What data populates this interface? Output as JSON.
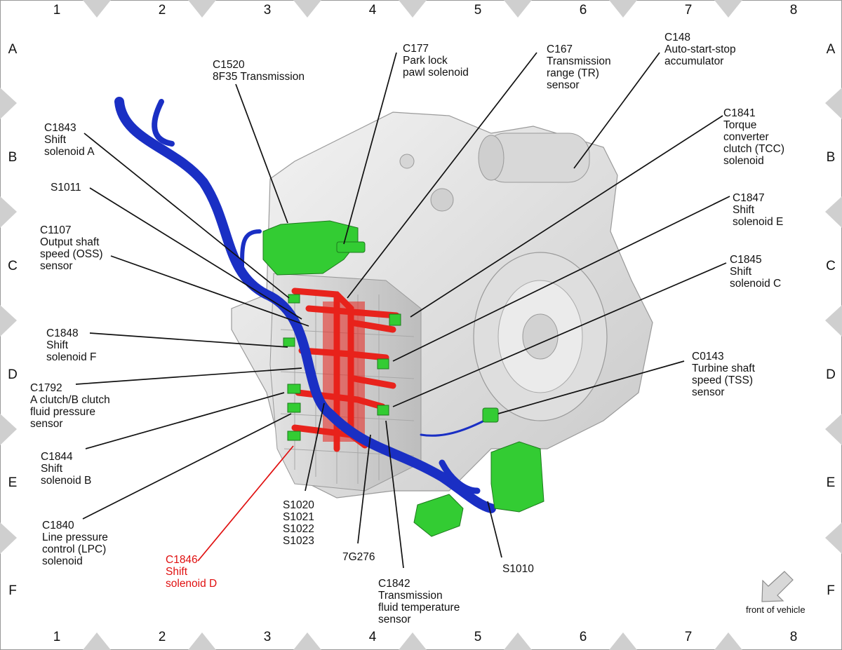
{
  "grid": {
    "columns": [
      "1",
      "2",
      "3",
      "4",
      "5",
      "6",
      "7",
      "8"
    ],
    "rows": [
      "A",
      "B",
      "C",
      "D",
      "E",
      "F"
    ]
  },
  "callouts": [
    {
      "id": "C1520",
      "lines": [
        "C1520",
        "8F35 Transmission"
      ]
    },
    {
      "id": "C177",
      "lines": [
        "C177",
        "Park lock",
        "pawl solenoid"
      ]
    },
    {
      "id": "C167",
      "lines": [
        "C167",
        "Transmission",
        "range (TR)",
        "sensor"
      ]
    },
    {
      "id": "C148",
      "lines": [
        "C148",
        "Auto-start-stop",
        "accumulator"
      ]
    },
    {
      "id": "C1843",
      "lines": [
        "C1843",
        "Shift",
        "solenoid A"
      ]
    },
    {
      "id": "C1841",
      "lines": [
        "C1841",
        "Torque",
        "converter",
        "clutch (TCC)",
        "solenoid"
      ]
    },
    {
      "id": "S1011",
      "lines": [
        "S1011"
      ]
    },
    {
      "id": "C1847",
      "lines": [
        "C1847",
        "Shift",
        "solenoid E"
      ]
    },
    {
      "id": "C1107",
      "lines": [
        "C1107",
        "Output shaft",
        "speed (OSS)",
        "sensor"
      ]
    },
    {
      "id": "C1845",
      "lines": [
        "C1845",
        "Shift",
        "solenoid C"
      ]
    },
    {
      "id": "C1848",
      "lines": [
        "C1848",
        "Shift",
        "solenoid F"
      ]
    },
    {
      "id": "C1792",
      "lines": [
        "C1792",
        "A clutch/B clutch",
        "fluid pressure",
        "sensor"
      ]
    },
    {
      "id": "C0143",
      "lines": [
        "C0143",
        "Turbine shaft",
        "speed (TSS)",
        "sensor"
      ]
    },
    {
      "id": "C1844",
      "lines": [
        "C1844",
        "Shift",
        "solenoid B"
      ]
    },
    {
      "id": "C1840",
      "lines": [
        "C1840",
        "Line pressure",
        "control (LPC)",
        "solenoid"
      ]
    },
    {
      "id": "S1020",
      "lines": [
        "S1020",
        "S1021",
        "S1022",
        "S1023"
      ]
    },
    {
      "id": "7G276",
      "lines": [
        "7G276"
      ]
    },
    {
      "id": "S1010",
      "lines": [
        "S1010"
      ]
    },
    {
      "id": "C1846",
      "lines": [
        "C1846",
        "Shift",
        "solenoid D"
      ],
      "highlight": true,
      "color": "#e01010"
    },
    {
      "id": "C1842",
      "lines": [
        "C1842",
        "Transmission",
        "fluid temperature",
        "sensor"
      ]
    }
  ],
  "orientation": {
    "caption": "front of vehicle",
    "icon": "arrow-down-left-icon"
  },
  "colors": {
    "harness": "#1a2fc4",
    "connector": "#33cc33",
    "valve_body_harness": "#e8231c",
    "housing": "#e6e6e6",
    "highlight_text": "#e01010",
    "grid_triangle": "#cfcfcf"
  }
}
